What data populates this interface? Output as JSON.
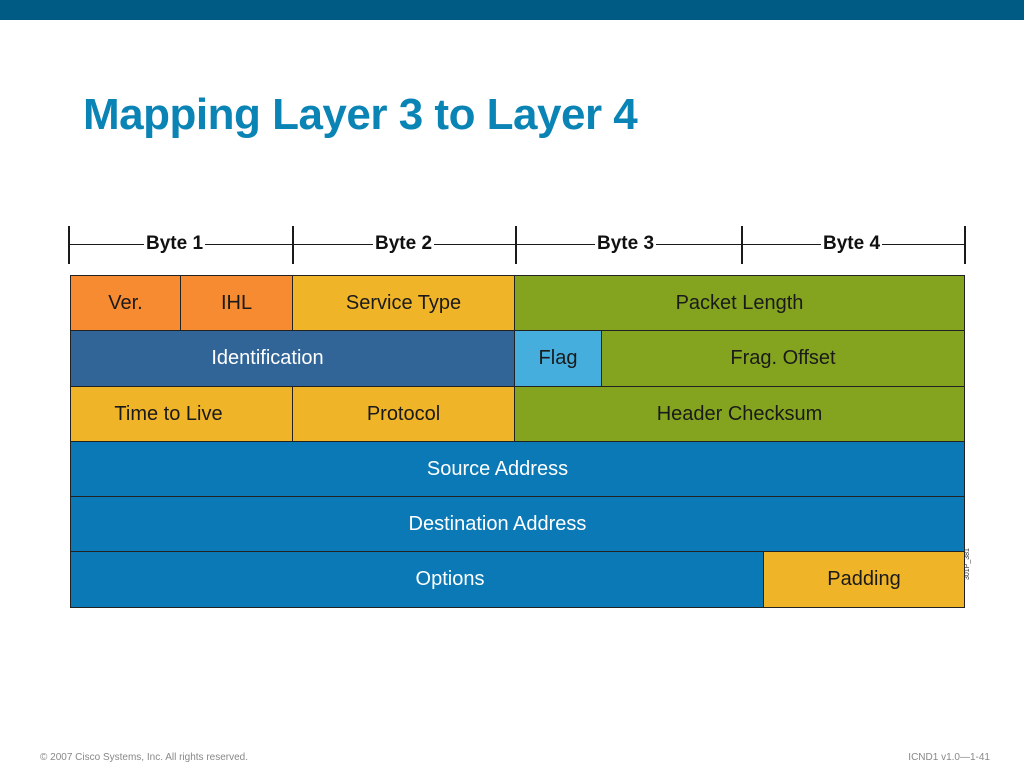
{
  "slide": {
    "title": "Mapping Layer 3 to Layer 4",
    "footer_left": "© 2007 Cisco Systems, Inc. All rights reserved.",
    "footer_right": "ICND1 v1.0—1-41",
    "figure_code": "301P_381"
  },
  "bytes": [
    "Byte 1",
    "Byte 2",
    "Byte 3",
    "Byte 4"
  ],
  "fields": {
    "ver": "Ver.",
    "ihl": "IHL",
    "service_type": "Service Type",
    "packet_length": "Packet Length",
    "identification": "Identification",
    "flag": "Flag",
    "frag_offset": "Frag. Offset",
    "time_to_live": "Time to Live",
    "protocol": "Protocol",
    "header_checksum": "Header Checksum",
    "source_address": "Source Address",
    "destination_address": "Destination Address",
    "options": "Options",
    "padding": "Padding"
  },
  "colors": {
    "top_bar": "#005b84",
    "title": "#0a83b5",
    "orange": "#f68b31",
    "gold": "#f0b429",
    "green": "#84a41f",
    "steel_blue": "#326597",
    "sky_blue": "#46aedc",
    "blue": "#0a79b6"
  }
}
